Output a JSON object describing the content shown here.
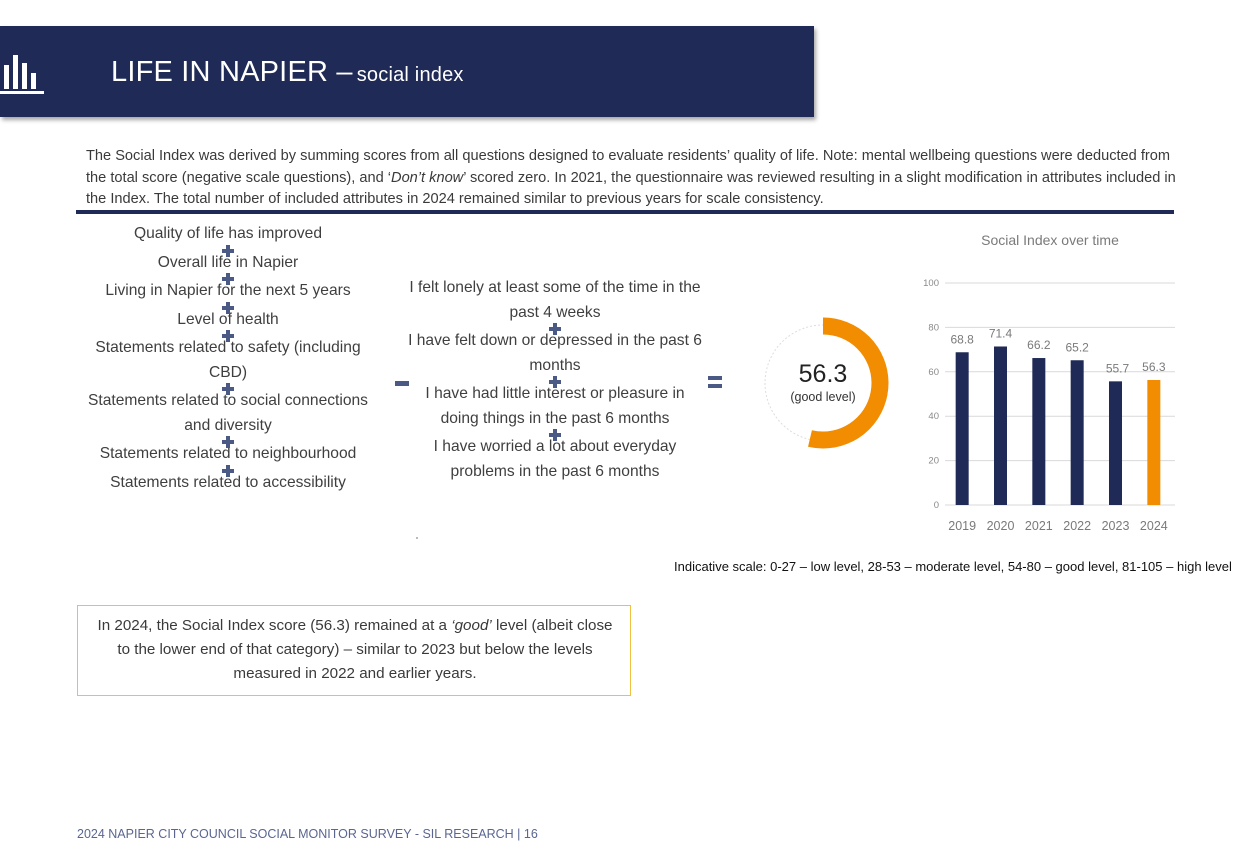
{
  "header": {
    "title": "LIFE IN NAPIER –",
    "subtitle": "social index",
    "icon": "bar-chart-icon"
  },
  "intro": {
    "part1": "The Social Index was derived by summing scores from all questions designed to evaluate residents’ quality of life. Note: mental wellbeing questions were deducted from the total score (negative scale questions), and ‘",
    "dont_know": "Don’t know",
    "part2": "’ scored zero. In 2021, the questionnaire was reviewed resulting in a slight modification in attributes included in the Index. The total number of included attributes in 2024 remained similar to previous years for scale consistency."
  },
  "positive_items": [
    "Quality of life has improved",
    "Overall life in Napier",
    "Living in Napier for the next 5 years",
    "Level of health",
    "Statements related to safety (including CBD)",
    "Statements related to social connections and diversity",
    "Statements related to neighbourhood",
    "Statements related to accessibility"
  ],
  "negative_items": [
    "I felt lonely at least some of the time in the past 4 weeks",
    "I have felt down or depressed in the past 6 months",
    "I have had little interest or pleasure in doing things in the past 6 months",
    "I have worried a lot about everyday problems in the past 6 months"
  ],
  "result": {
    "value": "56.3",
    "level": "(good level)",
    "score": 56.3,
    "max": 105
  },
  "chart_data": {
    "type": "bar",
    "title": "Social Index over time",
    "categories": [
      "2019",
      "2020",
      "2021",
      "2022",
      "2023",
      "2024"
    ],
    "values": [
      68.8,
      71.4,
      66.2,
      65.2,
      55.7,
      56.3
    ],
    "value_labels": [
      "68.8",
      "71.4",
      "66.2",
      "65.2",
      "55.7",
      "56.3"
    ],
    "ylim": [
      0,
      100
    ],
    "yticks": [
      "0",
      "20",
      "40",
      "60",
      "80",
      "100"
    ],
    "grid": true,
    "colors": {
      "default": "#1f2a56",
      "highlight": "#f28c00",
      "highlight_category": "2024"
    }
  },
  "scale_note": "Indicative scale: 0-27 – low level, 28-53 – moderate level, 54-80 – good level, 81-105 – high level",
  "callout": {
    "part1": "In 2024, the Social Index score (56.3) remained at a ",
    "good": "‘good’",
    "part2": " level (albeit close to the lower end of that category) – similar to 2023 but below the levels measured in 2022 and earlier years."
  },
  "footer": "2024 NAPIER CITY COUNCIL SOCIAL MONITOR SURVEY - SIL RESEARCH | 16",
  "colors": {
    "navy": "#1f2a56",
    "orange": "#f28c00",
    "callout_border": "#f0c040"
  }
}
